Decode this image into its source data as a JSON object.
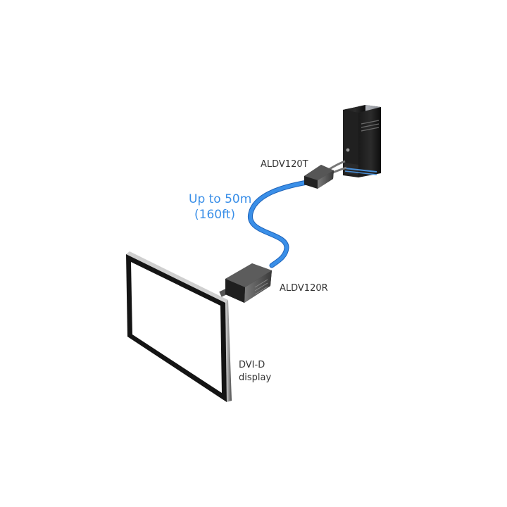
{
  "labels": {
    "transmitter": "ALDV120T",
    "receiver": "ALDV120R",
    "distance_line1": "Up to 50m",
    "distance_line2": "(160ft)",
    "display_line1": "DVI-D",
    "display_line2": "display"
  },
  "colors": {
    "cable": "#3a8fe8",
    "device_dark": "#2f2f2f",
    "accent_blue": "#4a90d9"
  },
  "icons": {
    "computer": "pc-tower-icon",
    "transmitter": "transmitter-unit-icon",
    "receiver": "receiver-unit-icon",
    "display": "monitor-icon"
  }
}
